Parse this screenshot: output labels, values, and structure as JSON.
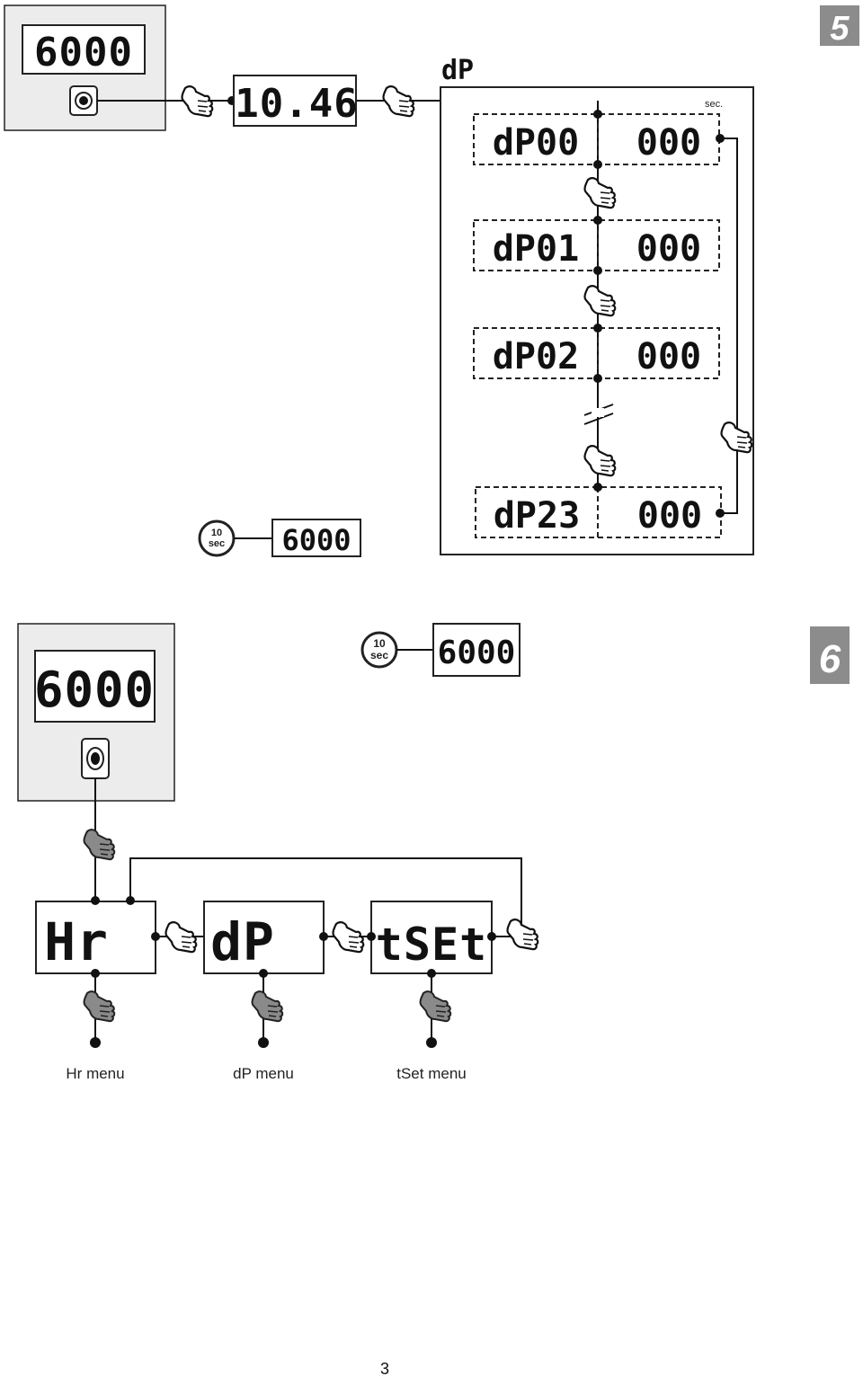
{
  "section5": {
    "badge": "5",
    "device_display": "6000",
    "clock_display": "10.46",
    "group_label": "dP",
    "unit_label": "sec.",
    "rows": [
      {
        "code": "dP00",
        "value": "000"
      },
      {
        "code": "dP01",
        "value": "000"
      },
      {
        "code": "dP02",
        "value": "000"
      },
      {
        "code": "dP23",
        "value": "000"
      }
    ],
    "timeout": {
      "line1": "10",
      "line2": "sec"
    },
    "timeout_display": "6000"
  },
  "section6": {
    "badge": "6",
    "device_display": "6000",
    "timeout": {
      "line1": "10",
      "line2": "sec"
    },
    "timeout_display": "6000",
    "menus": [
      {
        "display": "Hr",
        "caption": "Hr menu"
      },
      {
        "display": "dP",
        "caption": "dP menu"
      },
      {
        "display": "tSEt",
        "caption": "tSet menu"
      }
    ]
  },
  "page_number": "3"
}
